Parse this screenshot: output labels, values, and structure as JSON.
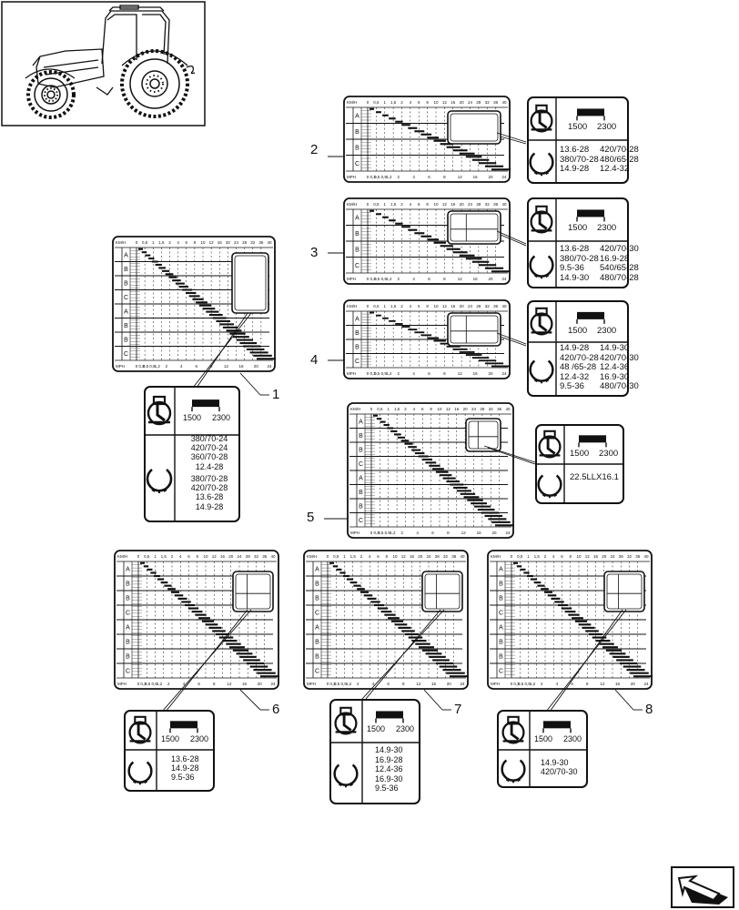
{
  "chart_labels": {
    "kmh": "KM/H",
    "mph": "MPH",
    "kmh_ticks": [
      "0",
      "0,5",
      "1",
      "1,5",
      "2",
      "4",
      "6",
      "8",
      "10",
      "12",
      "16",
      "20",
      "24",
      "28",
      "32",
      "36",
      "40"
    ],
    "mph_ticks": [
      "0",
      "0,3",
      "0,5",
      "0,9",
      "1,2",
      "2",
      "4",
      "6",
      "8",
      "12",
      "16",
      "20",
      "24"
    ],
    "gears3": [
      "A",
      "B",
      "B",
      "C"
    ],
    "gears2": [
      "A",
      "B",
      "B",
      "C",
      "A",
      "B",
      "B",
      "C"
    ]
  },
  "callouts": [
    "1",
    "2",
    "3",
    "4",
    "5",
    "6",
    "7",
    "8"
  ],
  "engine": {
    "rpm_low": "1500",
    "rpm_high": "2300"
  },
  "tires": {
    "1": [
      [
        "380/70-24",
        "420/70-24",
        "360/70-28",
        "12.4-28"
      ],
      [
        "380/70-28",
        "420/70-28",
        "13.6-28",
        "14.9-28"
      ]
    ],
    "2": [
      [
        "13.6-28",
        "380/70-28",
        "14.9-28"
      ],
      [
        "420/70-28",
        "480/65-28",
        "12.4-32"
      ]
    ],
    "3": [
      [
        "13.6-28",
        "380/70-28",
        "9.5-36",
        "14.9-30"
      ],
      [
        "420/70-30",
        "16.9-28",
        "540/65-28",
        "480/70-28"
      ]
    ],
    "4": [
      [
        "14.9-28",
        "420/70-28",
        "48 /65-28",
        "12.4-32",
        "9.5-36"
      ],
      [
        "14.9-30",
        "420/70-30",
        "12.4-36",
        "16.9-30",
        "480/70-30"
      ]
    ],
    "5": [
      [
        "22.5LLX16.1"
      ]
    ],
    "6": [
      [
        "13.6-28",
        "14.9-28",
        "9.5-36"
      ]
    ],
    "7": [
      [
        "14.9-30",
        "16.9-28",
        "12.4-36",
        "16.9-30",
        "9.5-36"
      ]
    ],
    "8": [
      [
        "14.9-30",
        "420/70-30"
      ]
    ]
  }
}
